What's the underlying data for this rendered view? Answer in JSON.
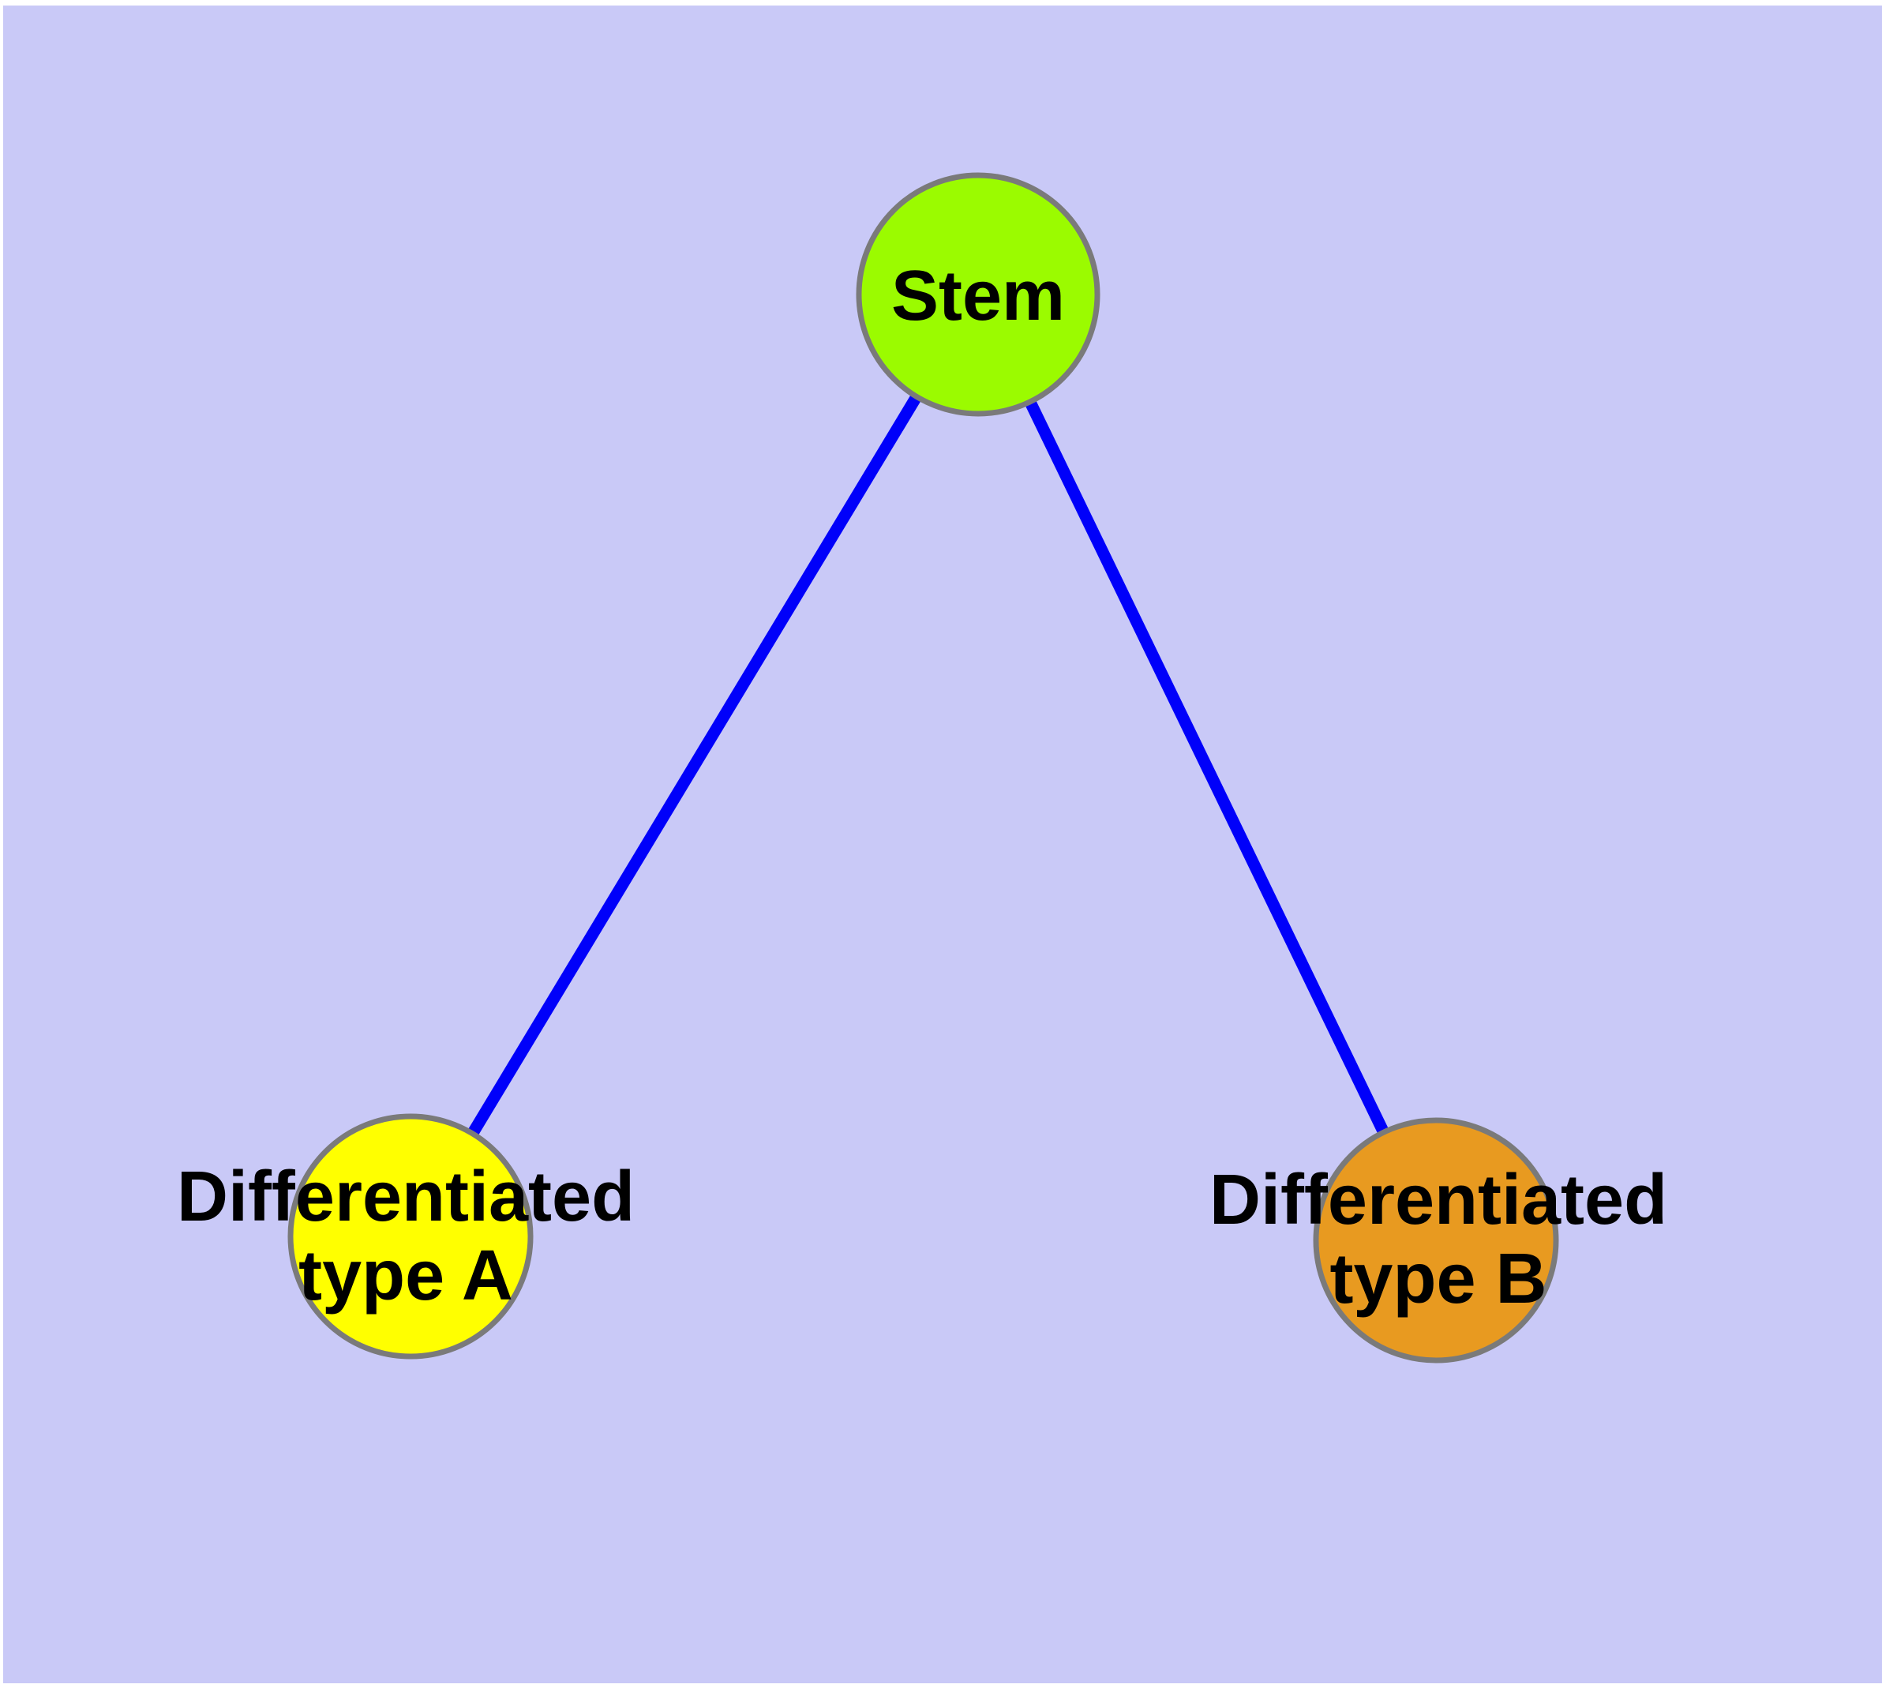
{
  "diagram": {
    "background_color": "#C9C9F7",
    "page_margin_color": "#FFFFFF",
    "edge_color": "#0000FA",
    "node_border_color": "#7A7A7A",
    "text_color": "#000000",
    "nodes": [
      {
        "id": "stem",
        "label": "Stem",
        "color": "#9BFB00"
      },
      {
        "id": "differentiated-type-a",
        "label_line1": "Differentiated",
        "label_line2": "type A",
        "color": "#FFFF00"
      },
      {
        "id": "differentiated-type-b",
        "label_line1": "Differentiated",
        "label_line2": "type B",
        "color": "#E89A20"
      }
    ],
    "edges": [
      {
        "from": "stem",
        "to": "differentiated-type-a"
      },
      {
        "from": "stem",
        "to": "differentiated-type-b"
      }
    ]
  }
}
